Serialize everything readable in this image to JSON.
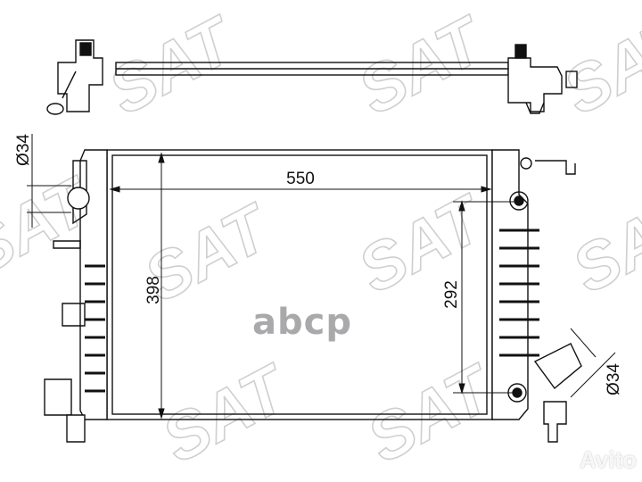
{
  "drawing": {
    "dimensions": {
      "width": "550",
      "height": "398",
      "pipe_spacing": "292",
      "inlet_diameter": "Ø34",
      "outlet_diameter": "Ø34"
    },
    "line_color": "#111111"
  },
  "watermarks": {
    "brand": "SAT",
    "registered": "®",
    "center": "abcp",
    "corner": "Avito",
    "color": "#cfcfcf"
  }
}
